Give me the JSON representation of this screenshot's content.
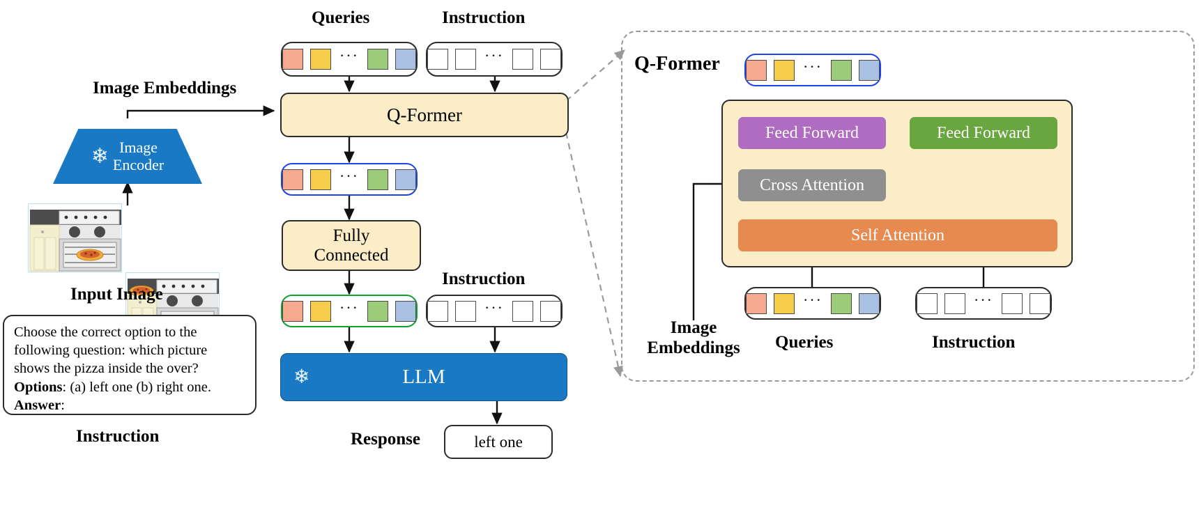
{
  "diagram": {
    "title": "InstructBLIP-style Q-Former architecture",
    "colors": {
      "cream": "#fbedc8",
      "blue": "#1a79c4",
      "purple": "#b06cc0",
      "gray": "#8f8f8f",
      "orange": "#e78a50",
      "green": "#6aa63f",
      "token_red": "#f7a98f",
      "token_yellow": "#f7ce4b",
      "token_green": "#9ccb7a",
      "token_blue": "#a9c0e2",
      "highlight_blue_border": "#1e43e8",
      "highlight_green_border": "#0ea331",
      "dashed_gray": "#9a9a9a"
    },
    "tokens": {
      "query_colors": [
        "#f7a98f",
        "#f7ce4b",
        "#9ccb7a",
        "#a9c0e2"
      ],
      "ellipsis": "···"
    },
    "left": {
      "image_embeddings_label": "Image Embeddings",
      "encoder_label_line1": "Image",
      "encoder_label_line2": "Encoder",
      "snowflake_icon": "❄",
      "input_image_label": "Input Image",
      "instruction_label": "Instruction",
      "instruction_text_line1": "Choose the correct option to the",
      "instruction_text_line2": "following question: which picture",
      "instruction_text_line3": "shows the pizza inside the over?",
      "options_bold": "Options",
      "options_rest": ": (a) left one (b) right one.",
      "answer_bold": "Answer",
      "answer_rest": ":"
    },
    "middle": {
      "queries_label": "Queries",
      "instruction_label_top": "Instruction",
      "qformer_label": "Q-Former",
      "fully_connected_line1": "Fully",
      "fully_connected_line2": "Connected",
      "instruction_label_mid": "Instruction",
      "llm_label": "LLM",
      "llm_snowflake_icon": "❄",
      "response_label": "Response",
      "response_value": "left one"
    },
    "right": {
      "panel_title": "Q-Former",
      "feed_forward_left": "Feed Forward",
      "feed_forward_right": "Feed Forward",
      "cross_attention": "Cross Attention",
      "self_attention": "Self Attention",
      "image_embeddings_line1": "Image",
      "image_embeddings_line2": "Embeddings",
      "queries_label": "Queries",
      "instruction_label": "Instruction"
    }
  }
}
